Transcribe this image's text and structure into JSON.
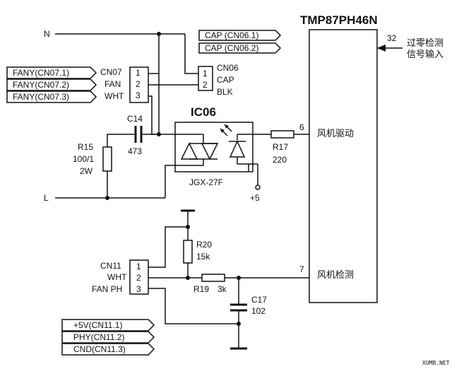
{
  "chip": {
    "name": "TMP87PH46N",
    "pin32": "32",
    "pin32_label_line1": "过零检测",
    "pin32_label_line2": "信号输入",
    "pin6": "6",
    "pin6_label": "风机驱动",
    "pin7": "7",
    "pin7_label": "风机检测"
  },
  "lines": {
    "n": "N",
    "l": "L"
  },
  "cn07": {
    "name": "CN07",
    "pins": [
      "1",
      "2",
      "3"
    ],
    "pin_names": [
      "FAN",
      "WHT"
    ],
    "tags": [
      "FANY(CN07.1)",
      "FANY(CN07.2)",
      "FANY(CN07.3)"
    ]
  },
  "cn06": {
    "name": "CN06",
    "pins": [
      "1",
      "2"
    ],
    "pin_names": [
      "CAP",
      "BLK"
    ],
    "tags": [
      "CAP (CN06.1)",
      "CAP (CN06.2)"
    ]
  },
  "c14": {
    "ref": "C14",
    "value": "473"
  },
  "r15": {
    "ref": "R15",
    "value": "100/1",
    "power": "2W"
  },
  "ic06": {
    "ref": "IC06",
    "part": "JGX-27F",
    "supply": "+5"
  },
  "r17": {
    "ref": "R17",
    "value": "220"
  },
  "r20": {
    "ref": "R20",
    "value": "15k"
  },
  "r19": {
    "ref": "R19",
    "value": "3k"
  },
  "c17": {
    "ref": "C17",
    "value": "102"
  },
  "cn11": {
    "name": "CN11",
    "pins": [
      "1",
      "2",
      "3"
    ],
    "pin_names": [
      "WHT",
      "FAN PH"
    ],
    "tags": [
      "+5V(CN11.1)",
      "PHY(CN11.2)",
      "CND(CN11.3)"
    ]
  },
  "watermark": "XUMB.NET"
}
